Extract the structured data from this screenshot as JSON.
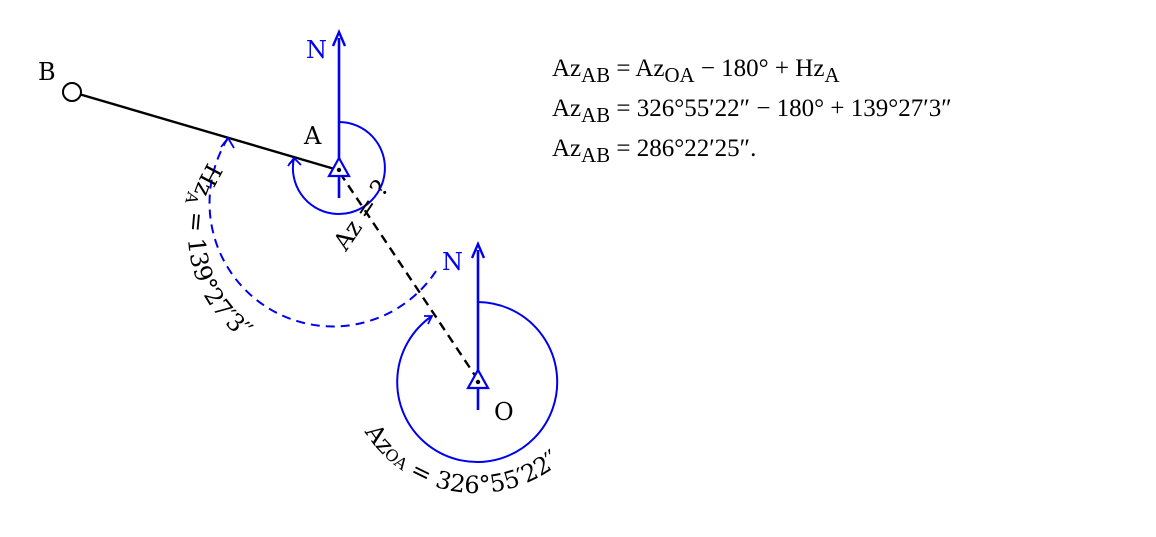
{
  "colors": {
    "ink": "#000000",
    "accent": "#0000ee",
    "background": "#ffffff"
  },
  "icons": {
    "station": "triangle-station-icon",
    "point": "open-circle-point-icon",
    "north": "arrow-up-icon"
  },
  "points": {
    "B": "B",
    "A": "A",
    "O": "O"
  },
  "north_labels": {
    "at_A": "N",
    "at_O": "N"
  },
  "arc_labels": {
    "hz_a": "Hz",
    "hz_a_sub": "A",
    "hz_a_value": " = 139°27′3′′",
    "az_unknown": "Az = ?",
    "az_oa": "Az",
    "az_oa_sub": "OA",
    "az_oa_value": " = 326°55′22′′"
  },
  "equations": [
    {
      "lhs": "Az",
      "lhs_sub": "AB",
      "rhs": "Az",
      "rhs_sub": "OA",
      "rest": " − 180° + Hz",
      "rest_sub": "A",
      "tail": ""
    },
    {
      "lhs": "Az",
      "lhs_sub": "AB",
      "rhs": "326°55′22″ − 180° + 139°27′3″",
      "rhs_sub": "",
      "rest": "",
      "rest_sub": "",
      "tail": ""
    },
    {
      "lhs": "Az",
      "lhs_sub": "AB",
      "rhs": "286°22′25″.",
      "rhs_sub": "",
      "rest": "",
      "rest_sub": "",
      "tail": ""
    }
  ]
}
